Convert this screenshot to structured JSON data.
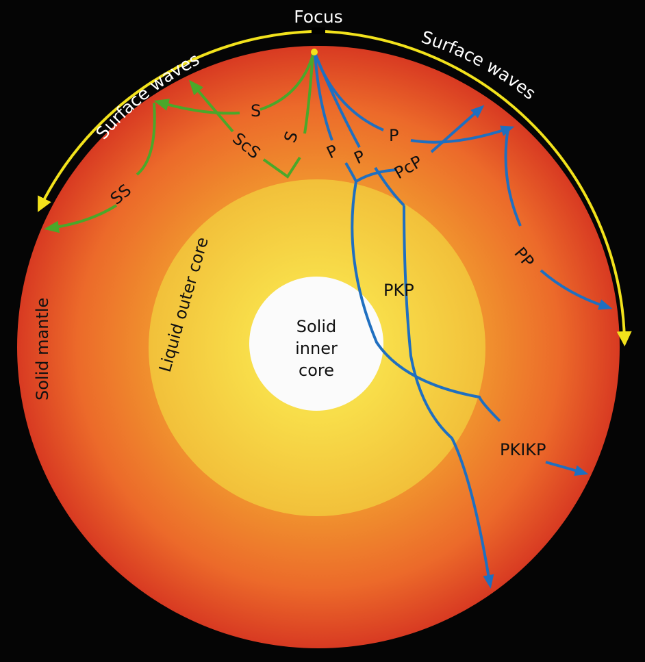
{
  "labels": {
    "focus": "Focus",
    "surface_waves_left": "Surface waves",
    "surface_waves_right": "Surface waves",
    "solid_mantle": "Solid mantle",
    "liquid_outer_core": "Liquid outer core",
    "inner_core_line1": "Solid",
    "inner_core_line2": "inner",
    "inner_core_line3": "core"
  },
  "waves": {
    "s_upper": "S",
    "scs": "ScS",
    "s_lower": "S",
    "ss": "SS",
    "p_upper": "P",
    "p_left": "P",
    "p_mid": "P",
    "pcp": "PcP",
    "pp": "PP",
    "pkp": "PKP",
    "pkikp": "PKIKP"
  },
  "colors": {
    "s_waves": "#4aa82a",
    "p_waves": "#1f6fc0",
    "surface_arrow": "#f2e21c",
    "mantle": "#e8502a",
    "outer_core": "#f2c23c",
    "inner_core": "#ffffff"
  }
}
